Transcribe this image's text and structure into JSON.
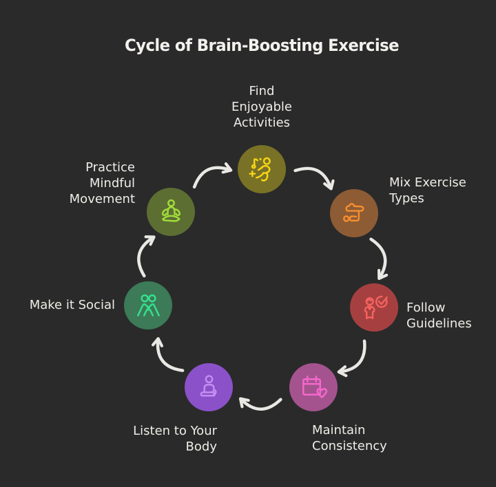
{
  "title": "Cycle of Brain-Boosting Exercise",
  "colors": {
    "background": "#2a2a2a",
    "title_text": "#f3f1ed",
    "label_text": "#efede8",
    "arrow": "#e9e8e4"
  },
  "diagram": {
    "type": "cycle",
    "direction": "clockwise",
    "nodes": [
      {
        "label": "Find\nEnjoyable\nActivities",
        "icon": "dancing-person-music-icon",
        "circle_color": "#797226",
        "icon_color": "#f7d515"
      },
      {
        "label": "Mix Exercise\nTypes",
        "icon": "exercise-workout-icon",
        "circle_color": "#8d5c35",
        "icon_color": "#f78e2e"
      },
      {
        "label": "Follow\nGuidelines",
        "icon": "person-checkmark-icon",
        "circle_color": "#a64040",
        "icon_color": "#f4625f"
      },
      {
        "label": "Maintain\nConsistency",
        "icon": "calendar-heart-icon",
        "circle_color": "#a4538e",
        "icon_color": "#f468cd"
      },
      {
        "label": "Listen to Your\nBody",
        "icon": "meditating-person-icon",
        "circle_color": "#8b51c9",
        "icon_color": "#c18ff2"
      },
      {
        "label": "Make it Social",
        "icon": "two-friends-icon",
        "circle_color": "#3c7a58",
        "icon_color": "#35e08d"
      },
      {
        "label": "Practice\nMindful\nMovement",
        "icon": "lotus-pose-icon",
        "circle_color": "#5d6e33",
        "icon_color": "#a1dd3a"
      }
    ]
  }
}
